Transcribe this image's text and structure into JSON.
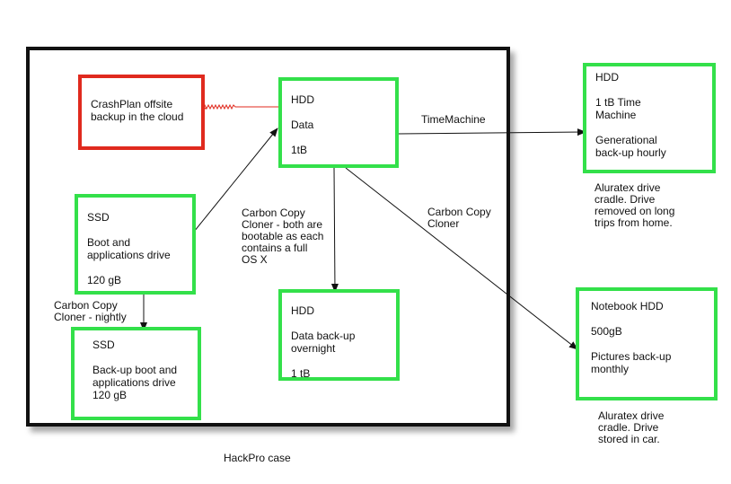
{
  "case_label": "HackPro case",
  "nodes": {
    "crashplan": {
      "lines": [
        "CrashPlan offsite\nbackup in the cloud"
      ]
    },
    "hdd_data": {
      "lines": [
        "HDD",
        "Data",
        "1tB"
      ]
    },
    "ssd_boot": {
      "lines": [
        "SSD",
        "Boot and\napplications drive",
        "120 gB"
      ]
    },
    "ssd_backup": {
      "lines": [
        "SSD",
        "Back-up boot and\napplications drive\n120 gB"
      ]
    },
    "hdd_backup": {
      "lines": [
        "HDD",
        "Data back-up\novernight",
        "1 tB"
      ]
    },
    "hdd_timemachine": {
      "lines": [
        "HDD",
        "1 tB Time\nMachine",
        "Generational\nback-up hourly"
      ]
    },
    "notebook_hdd": {
      "lines": [
        "Notebook HDD",
        "500gB",
        "Pictures back-up\nmonthly"
      ]
    }
  },
  "labels": {
    "timemachine": "TimeMachine",
    "ccc_right": "Carbon Copy\nCloner",
    "ccc_both": "Carbon Copy\nCloner - both are\nbootable as each\ncontains a full\nOS X",
    "ccc_nightly": "Carbon Copy\nCloner - nightly",
    "aluratex_1": "Aluratex drive\ncradle.  Drive\nremoved on long\ntrips from home.",
    "aluratex_2": "Aluratex drive\ncradle.  Drive\nstored in car."
  },
  "colors": {
    "green_border": "#33e04a",
    "red_border": "#e02a1e",
    "case_border": "#111111"
  }
}
